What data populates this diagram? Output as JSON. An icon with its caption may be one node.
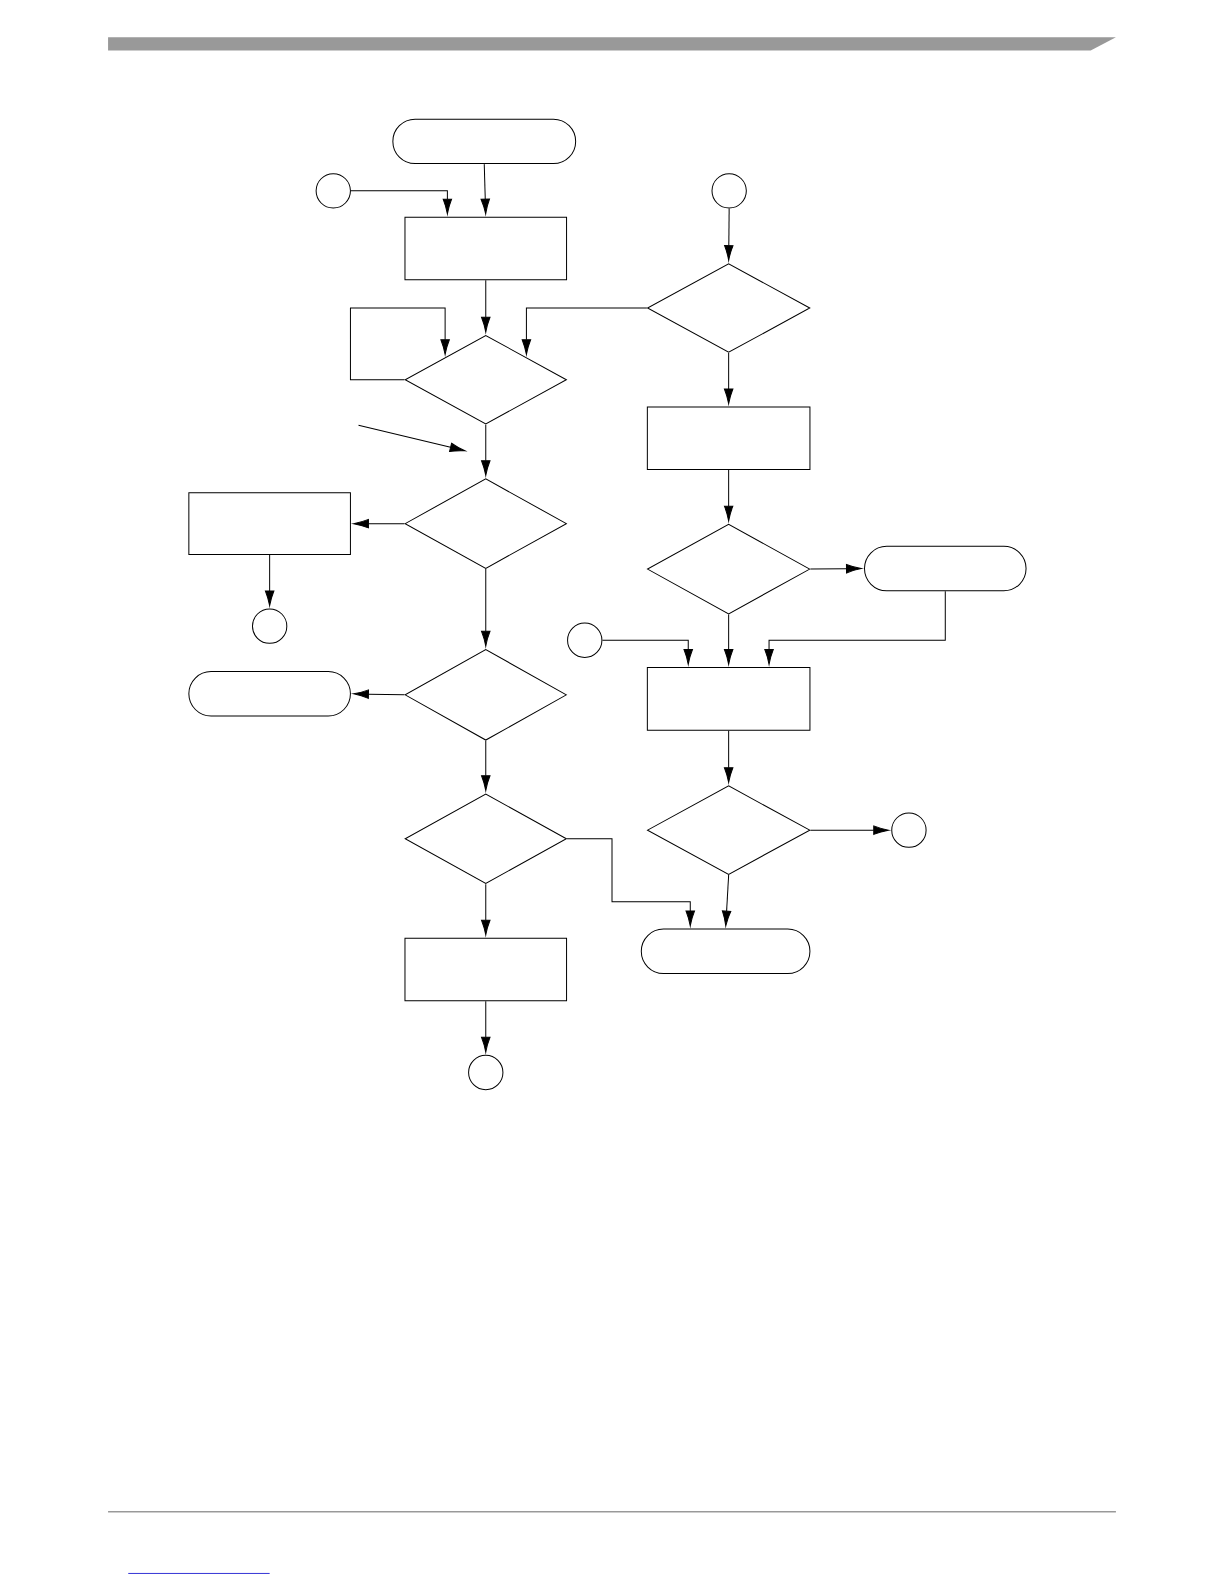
{
  "diagram": {
    "nodes": [
      {
        "text": [],
        "shape": "pill"
      },
      {
        "text": [],
        "shape": "circle"
      },
      {
        "text": [],
        "shape": "circle"
      },
      {
        "text": [],
        "shape": "box"
      },
      {
        "text": [],
        "shape": "diamond"
      },
      {
        "text": [],
        "shape": "diamond"
      },
      {
        "text": [],
        "shape": "box"
      },
      {
        "text": [],
        "shape": "diamond"
      },
      {
        "text": [],
        "shape": "box"
      },
      {
        "text": [],
        "shape": "diamond"
      },
      {
        "text": [],
        "shape": "pill"
      },
      {
        "text": [],
        "shape": "circle"
      },
      {
        "text": [],
        "shape": "circle"
      },
      {
        "text": [],
        "shape": "diamond"
      },
      {
        "text": [],
        "shape": "pill"
      },
      {
        "text": [],
        "shape": "box"
      },
      {
        "text": [],
        "shape": "diamond"
      },
      {
        "text": [],
        "shape": "diamond"
      },
      {
        "text": [],
        "shape": "circle"
      },
      {
        "text": [],
        "shape": "box"
      },
      {
        "text": [],
        "shape": "pill"
      },
      {
        "text": [],
        "shape": "circle"
      }
    ],
    "edges": [
      {
        "from": 0,
        "to": 3,
        "arrow": "to"
      },
      {
        "from": 1,
        "to": 3,
        "arrow": "to"
      },
      {
        "from": 3,
        "to": 5,
        "arrow": "to"
      },
      {
        "from": 4,
        "to": 5,
        "arrow": "to"
      },
      {
        "from": 5,
        "to": 5,
        "arrow": "to"
      },
      {
        "from": 5,
        "to": 7,
        "arrow": "to"
      },
      {
        "from": 7,
        "to": 8,
        "arrow": "to"
      },
      {
        "from": 8,
        "to": 11,
        "arrow": "to"
      },
      {
        "from": 7,
        "to": 13,
        "arrow": "to"
      },
      {
        "from": 13,
        "to": 14,
        "arrow": "to"
      },
      {
        "from": 13,
        "to": 16,
        "arrow": "to"
      },
      {
        "from": 16,
        "to": 19,
        "arrow": "to"
      },
      {
        "from": 19,
        "to": 21,
        "arrow": "to"
      },
      {
        "from": 16,
        "to": 20,
        "arrow": "to"
      },
      {
        "from": 2,
        "to": 4,
        "arrow": "to"
      },
      {
        "from": 4,
        "to": 6,
        "arrow": "to"
      },
      {
        "from": 6,
        "to": 9,
        "arrow": "to"
      },
      {
        "from": 9,
        "to": 10,
        "arrow": "to"
      },
      {
        "from": 9,
        "to": 15,
        "arrow": "to"
      },
      {
        "from": 12,
        "to": 15,
        "arrow": "to"
      },
      {
        "from": 10,
        "to": 15,
        "arrow": "to"
      },
      {
        "from": 15,
        "to": 17,
        "arrow": "to"
      },
      {
        "from": 17,
        "to": 18,
        "arrow": "to"
      },
      {
        "from": 17,
        "to": 20,
        "arrow": "to"
      }
    ]
  }
}
